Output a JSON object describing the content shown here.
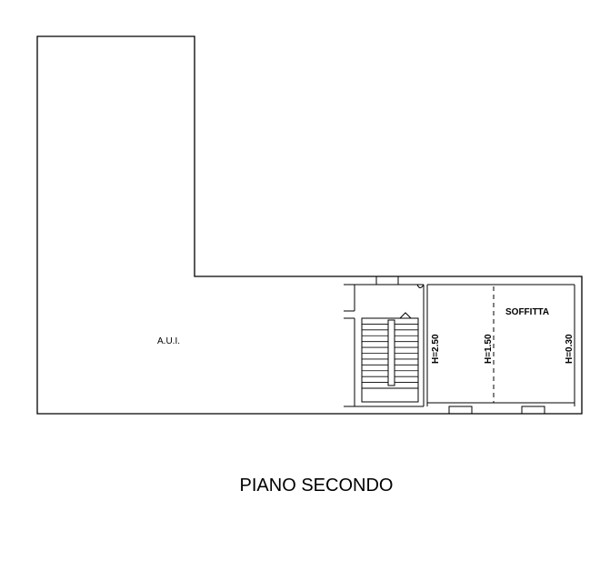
{
  "rooms": {
    "aui_label": "A.U.I.",
    "soffitta_label": "SOFFITTA"
  },
  "heights": {
    "h1": "H=2.50",
    "h2": "H=1.50",
    "h3": "H=0.30"
  },
  "floor_title": "PIANO SECONDO"
}
